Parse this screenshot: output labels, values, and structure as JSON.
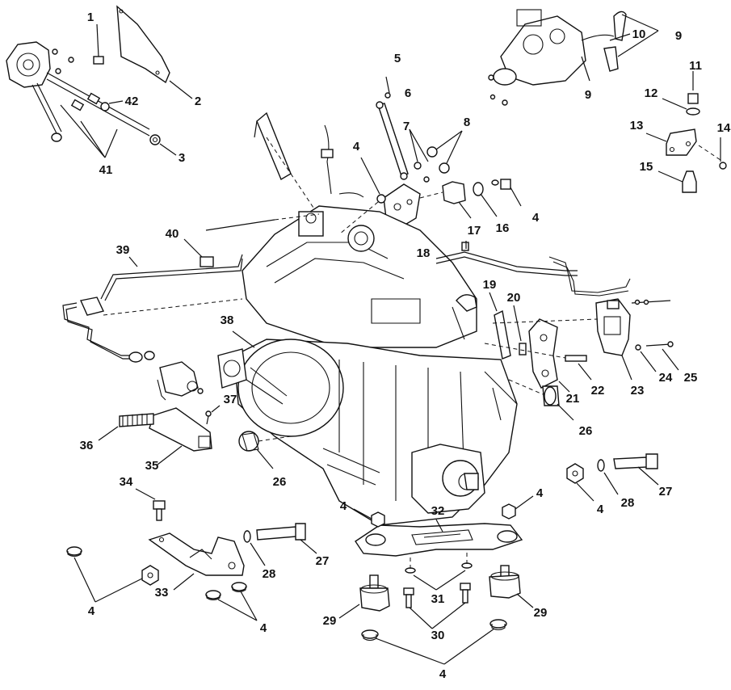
{
  "labels": {
    "l1": "1",
    "l2": "2",
    "l3": "3",
    "l41": "41",
    "l42": "42",
    "l5": "5",
    "l6": "6",
    "l7": "7",
    "l8": "8",
    "l4a": "4",
    "l9a": "9",
    "l9b": "9",
    "l10": "10",
    "l11": "11",
    "l12": "12",
    "l13": "13",
    "l14": "14",
    "l15": "15",
    "l16": "16",
    "l4b": "4",
    "l17": "17",
    "l18": "18",
    "l40": "40",
    "l39": "39",
    "l19": "19",
    "l20": "20",
    "l38": "38",
    "l21": "21",
    "l22": "22",
    "l23": "23",
    "l24": "24",
    "l25": "25",
    "l26a": "26",
    "l26b": "26",
    "l37": "37",
    "l36": "36",
    "l35": "35",
    "l34": "34",
    "l4c": "4",
    "l4d": "4",
    "l32": "32",
    "l4e": "4",
    "l28a": "28",
    "l27a": "27",
    "l33": "33",
    "l28b": "28",
    "l27b": "27",
    "l4f": "4",
    "l31": "31",
    "l4g": "4",
    "l29a": "29",
    "l29b": "29",
    "l30": "30",
    "l4h": "4"
  }
}
